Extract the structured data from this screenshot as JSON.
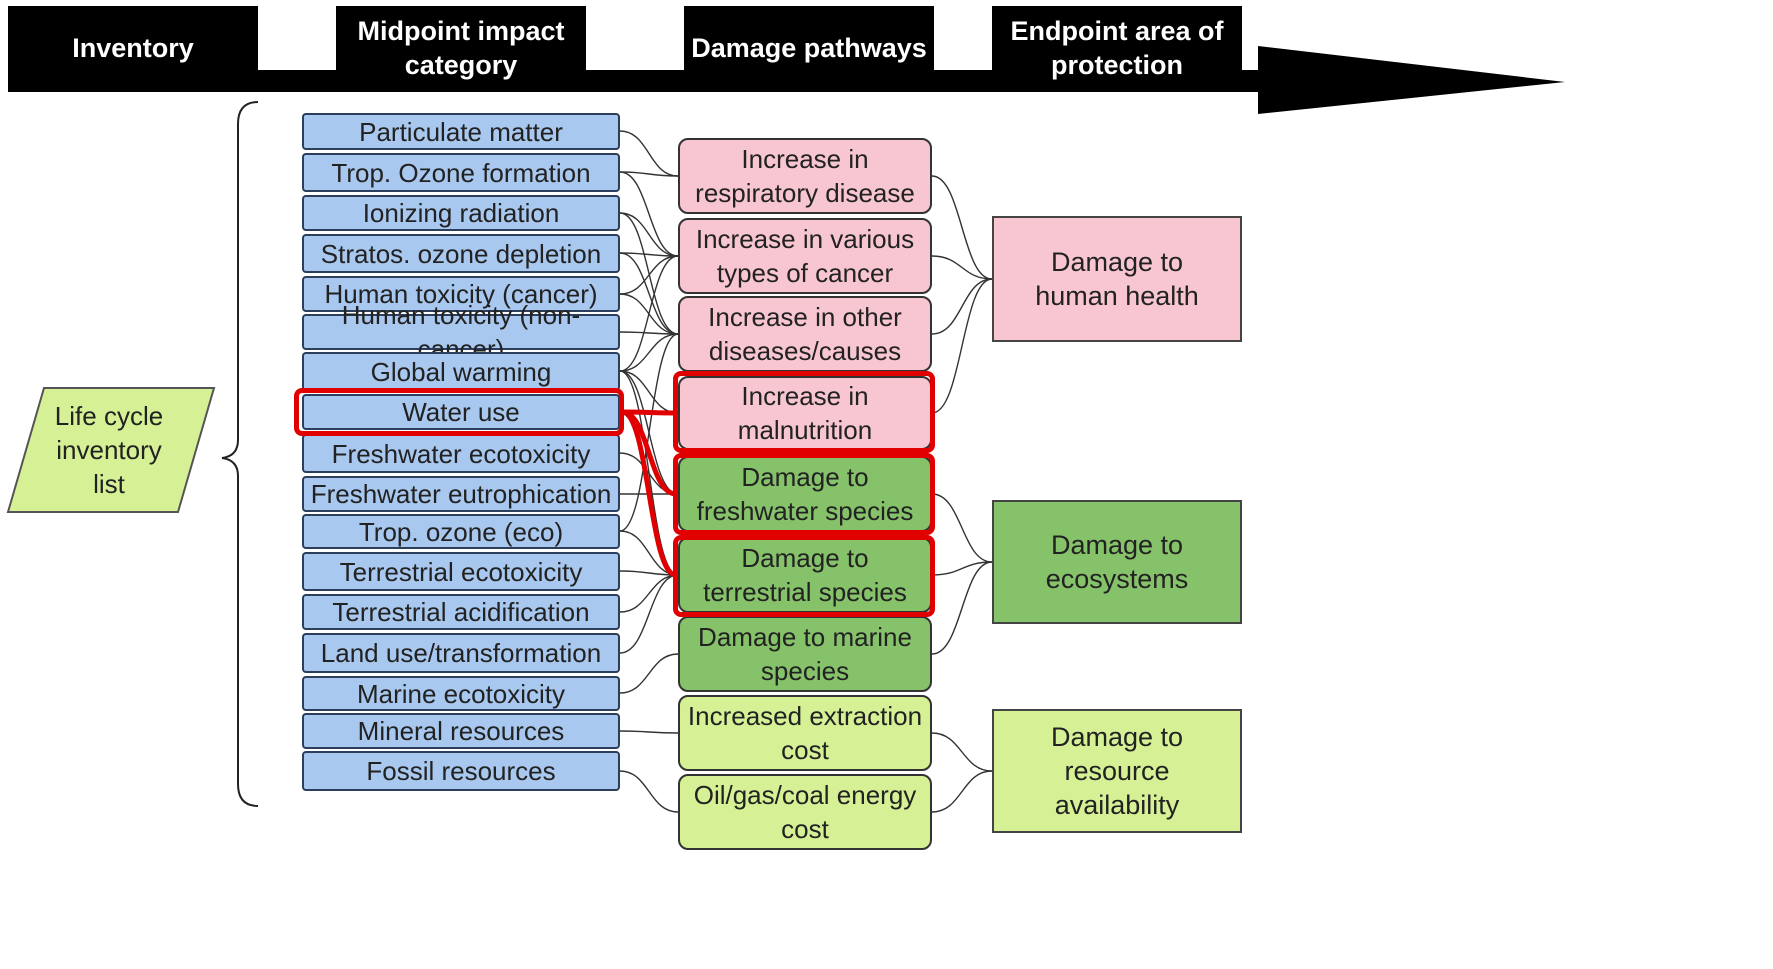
{
  "headers": {
    "inventory": "Inventory",
    "midpoint": "Midpoint impact category",
    "damage_pathways": "Damage pathways",
    "endpoint": "Endpoint area of protection"
  },
  "inventory_list": "Life cycle inventory list",
  "midpoints": [
    "Particulate matter",
    "Trop. Ozone formation",
    "Ionizing radiation",
    "Stratos. ozone depletion",
    "Human toxicity (cancer)",
    "Human toxicity (non-cancer)",
    "Global warming",
    "Water use",
    "Freshwater ecotoxicity",
    "Freshwater eutrophication",
    "Trop. ozone (eco)",
    "Terrestrial ecotoxicity",
    "Terrestrial acidification",
    "Land use/transformation",
    "Marine ecotoxicity",
    "Mineral resources",
    "Fossil resources"
  ],
  "pathways": [
    "Increase in respiratory disease",
    "Increase in various types of cancer",
    "Increase in other diseases/causes",
    "Increase in malnutrition",
    "Damage to freshwater species",
    "Damage to terrestrial species",
    "Damage to marine species",
    "Increased extraction cost",
    "Oil/gas/coal energy cost"
  ],
  "endpoints": [
    "Damage to human health",
    "Damage to ecosystems",
    "Damage to resource availability"
  ],
  "highlighted": {
    "midpoint": "Water use",
    "pathways": [
      "Increase in malnutrition",
      "Damage to freshwater species",
      "Damage to terrestrial species"
    ]
  },
  "colors": {
    "midpoint_fill": "#a8c8ef",
    "human_health": "#f8c6d1",
    "ecosystems": "#86c26a",
    "resources": "#d6f195",
    "inventory_fill": "#d6f195",
    "highlight": "#e00000",
    "header_band": "#000000"
  }
}
